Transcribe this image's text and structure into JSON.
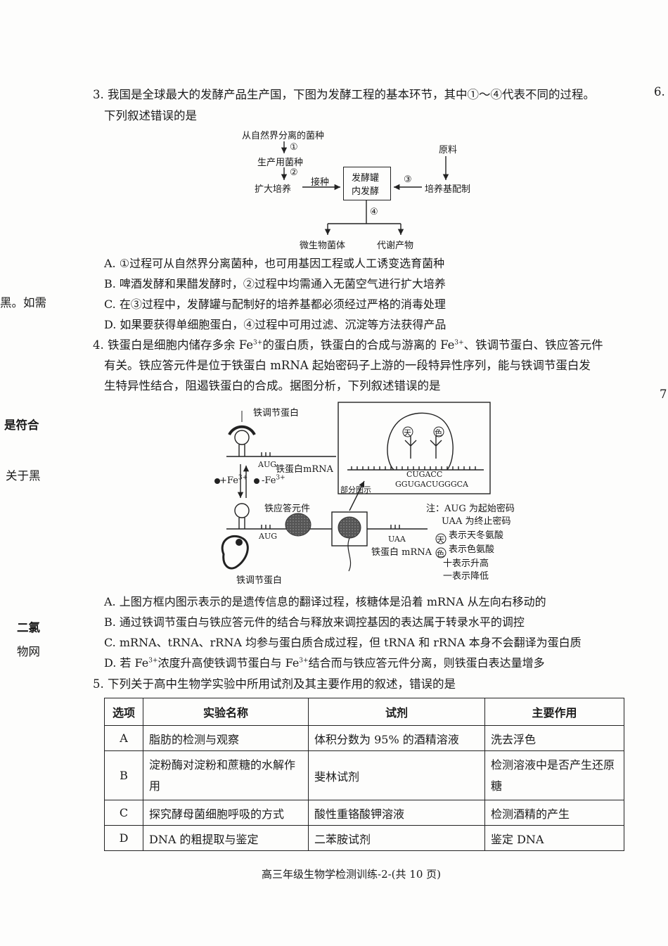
{
  "margin_left": [
    "黑。如需",
    "是符合",
    "关于黑",
    "二氯",
    "物网"
  ],
  "margin_right": [
    "6.",
    "7"
  ],
  "q3": {
    "stem_line1": "3. 我国是全球最大的发酵产品生产国，下图为发酵工程的基本环节，其中①～④代表不同的过程。",
    "stem_line2": "下列叙述错误的是",
    "diagram": {
      "source": "从自然界分离的菌种",
      "step1": "①",
      "production_strain": "生产用菌种",
      "step2": "②",
      "expand_culture": "扩大培养",
      "inoculate": "接种",
      "fermenter_line1": "发酵罐",
      "fermenter_line2": "内发酵",
      "step3": "③",
      "medium": "培养基配制",
      "raw_material": "原料",
      "step4": "④",
      "cells": "微生物菌体",
      "products": "代谢产物"
    },
    "options": [
      "A. ①过程可从自然界分离菌种，也可用基因工程或人工诱变选育菌种",
      "B. 啤酒发酵和果醋发酵时，②过程中均需通入无菌空气进行扩大培养",
      "C. 在③过程中，发酵罐与配制好的培养基都必须经过严格的消毒处理",
      "D. 如果要获得单细胞蛋白，④过程中可用过滤、沉淀等方法获得产品"
    ]
  },
  "q4": {
    "stem_line1_a": "4. 铁蛋白是细胞内储存多余 Fe",
    "stem_line1_b": "的蛋白质，铁蛋白的合成与游离的 Fe",
    "stem_line1_c": "、铁调节蛋白、铁应答元件",
    "sup": "3+",
    "stem_line2": "有关。铁应答元件是位于铁蛋白 mRNA 起始密码子上游的一段特异性序列，能与铁调节蛋白发",
    "stem_line3": "生特异性结合，阻遏铁蛋白的合成。据图分析，下列叙述错误的是",
    "figure": {
      "label_reg_top": "铁调节蛋白",
      "aug_top": "AUG",
      "mrna_top": "铁蛋白mRNA",
      "plus_fe": "+Fe",
      "minus_fe": "-Fe",
      "fe_sup": "3+",
      "label_ire": "铁应答元件",
      "aug_bottom": "AUG",
      "uaa": "UAA",
      "mrna_bottom": "铁蛋白 mRNA",
      "label_reg_bottom": "铁调节蛋白",
      "partial": "部分图示",
      "codon_seq": "GGUGACUGGGCA",
      "anticodon": "CUGACC",
      "aa1": "天",
      "aa2": "色",
      "note1": "注：AUG 为起始密码",
      "note2": "UAA 为终止密码",
      "note3": "表示天冬氨酸",
      "note4": "表示色氨酸",
      "note5": "十表示升高",
      "note6": "一表示降低"
    },
    "options": [
      "A. 上图方框内图示表示的是遗传信息的翻译过程，核糖体是沿着 mRNA 从左向右移动的",
      "B. 通过铁调节蛋白与铁应答元件的结合与释放来调控基因的表达属于转录水平的调控",
      "C. mRNA、tRNA、rRNA 均参与蛋白质合成过程，但 tRNA 和 rRNA 本身不会翻译为蛋白质"
    ],
    "option_d_a": "D. 若 Fe",
    "option_d_b": "浓度升高使铁调节蛋白与 Fe",
    "option_d_c": "结合而与铁应答元件分离，则铁蛋白表达量增多"
  },
  "q5": {
    "stem": "5. 下列关于高中生物学实验中所用试剂及其主要作用的叙述，错误的是",
    "headers": [
      "选项",
      "实验名称",
      "试剂",
      "主要作用"
    ],
    "rows": [
      [
        "A",
        "脂肪的检测与观察",
        "体积分数为 95% 的酒精溶液",
        "洗去浮色"
      ],
      [
        "B",
        "淀粉酶对淀粉和蔗糖的水解作用",
        "斐林试剂",
        "检测溶液中是否产生还原糖"
      ],
      [
        "C",
        "探究酵母菌细胞呼吸的方式",
        "酸性重铬酸钾溶液",
        "检测酒精的产生"
      ],
      [
        "D",
        "DNA 的粗提取与鉴定",
        "二苯胺试剂",
        "鉴定 DNA"
      ]
    ]
  },
  "footer": "高三年级生物学检测训练-2-(共 10 页)"
}
